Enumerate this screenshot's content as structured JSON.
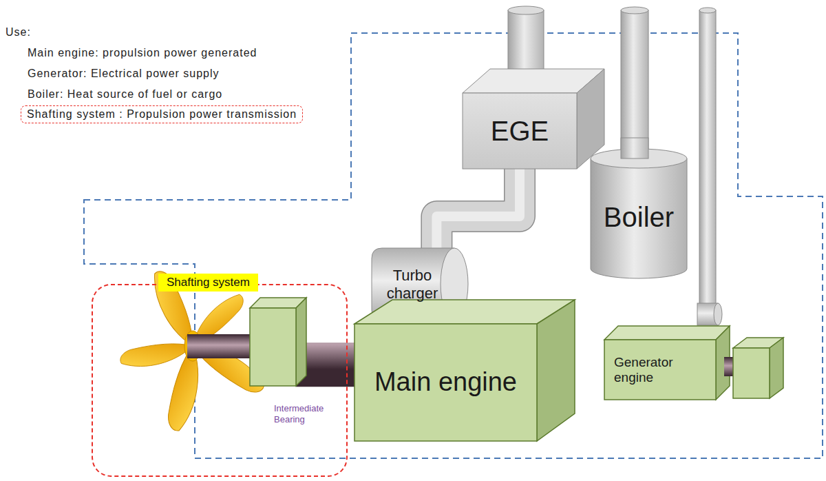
{
  "diagram": {
    "nodes": [
      {
        "text": [
          "Shafting system : Propulsion power transmission"
        ]
      },
      {
        "text": [
          "EGE"
        ]
      },
      {
        "text": [
          "Boiler"
        ]
      },
      {
        "text": [
          "Turbo charger"
        ]
      },
      {
        "text": [
          "Shafting system"
        ]
      },
      {
        "text": [
          "Main engine"
        ]
      },
      {
        "text": [
          "Generator engine"
        ]
      },
      {
        "text": [
          "Intermediate Bearing"
        ],
        "in": 4
      }
    ],
    "edges": [
      {
        "from": 7,
        "to": 5,
        "arrow": "none"
      },
      {
        "from": 3,
        "to": 1,
        "arrow": "none"
      }
    ],
    "labels": [
      "Use:",
      "Main engine: propulsion power generated",
      "Generator: Electrical power supply",
      "Boiler: Heat source of fuel or cargo"
    ]
  }
}
